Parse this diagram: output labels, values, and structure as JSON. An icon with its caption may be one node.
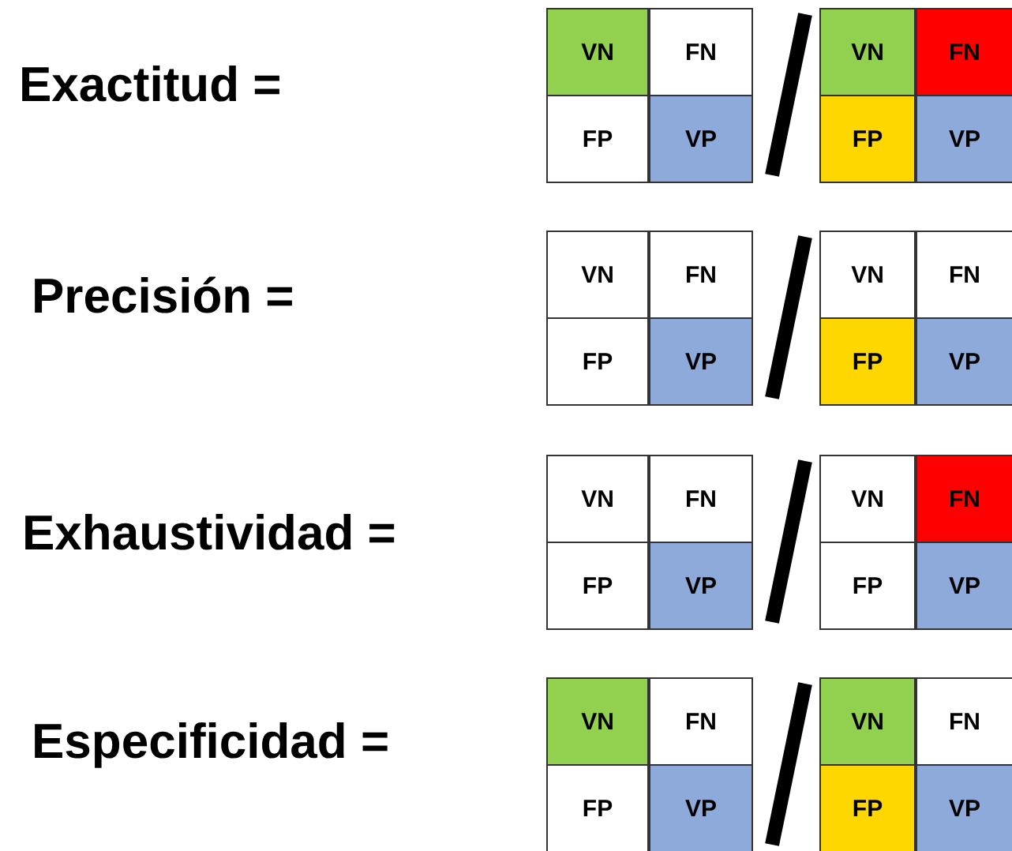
{
  "diagram": {
    "labels": [
      "Exactitud =",
      "VN",
      "FN",
      "FP",
      "VP",
      "VN",
      "FN",
      "FP",
      "VP",
      "Precisión =",
      "VN",
      "FN",
      "FP",
      "VP",
      "VN",
      "FN",
      "FP",
      "VP",
      "Exhaustividad =",
      "VN",
      "FN",
      "FP",
      "VP",
      "VN",
      "FN",
      "FP",
      "VP",
      "Especificidad =",
      "VN",
      "FN",
      "FP",
      "VP",
      "VN",
      "FN",
      "FP",
      "VP"
    ]
  }
}
